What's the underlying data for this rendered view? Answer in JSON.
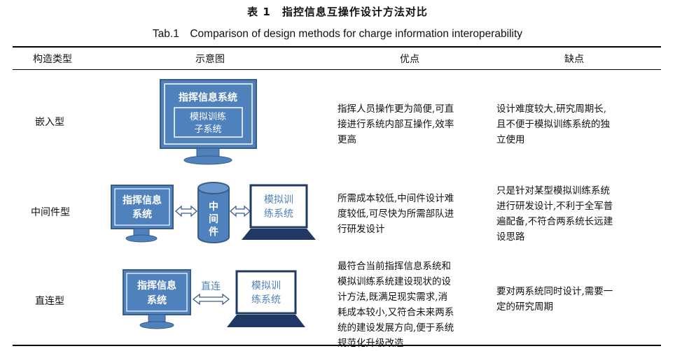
{
  "caption": {
    "cn": "表 1　指控信息互操作设计方法对比",
    "en": "Tab.1　Comparison of design methods for charge information interoperability"
  },
  "headers": [
    "构造类型",
    "示意图",
    "优点",
    "缺点"
  ],
  "rows": [
    {
      "type": "嵌入型",
      "diagram": {
        "outer": "指挥信息系统",
        "inner_line1": "模拟训练",
        "inner_line2": "子系统"
      },
      "pros": [
        "指挥人员操作更为简便,可直",
        "接进行系统内部互操作,效率",
        "更高"
      ],
      "cons": [
        "设计难度较大,研究周期长,",
        "且不便于模拟训练系统的独",
        "立使用"
      ]
    },
    {
      "type": "中间件型",
      "diagram": {
        "left_line1": "指挥信息",
        "left_line2": "系统",
        "middle": [
          "中",
          "间",
          "件"
        ],
        "right_line1": "模拟训",
        "right_line2": "练系统"
      },
      "pros": [
        "所需成本较低,中间件设计难",
        "度较低,可尽快为所需部队进",
        "行研发设计"
      ],
      "cons": [
        "只是针对某型模拟训练系统",
        "进行研发设计,不利于全军普",
        "遍配备,不符合两系统长远建",
        "设思路"
      ]
    },
    {
      "type": "直连型",
      "diagram": {
        "left_line1": "指挥信息",
        "left_line2": "系统",
        "link": "直连",
        "right_line1": "模拟训",
        "right_line2": "练系统"
      },
      "pros": [
        "最符合当前指挥信息系统和",
        "模拟训练系统建设现状的设",
        "计方法,既满足现实需求,消",
        "耗成本较小,又符合未来两系",
        "统的建设发展方向,便于系统",
        "规范化升级改造"
      ],
      "cons": [
        "要对两系统同时设计,需要一",
        "定的研究周期"
      ]
    }
  ],
  "colors": {
    "blue": "#4f81bd",
    "border": "#385d8a",
    "dark": "#1f3864",
    "white": "#ffffff"
  }
}
